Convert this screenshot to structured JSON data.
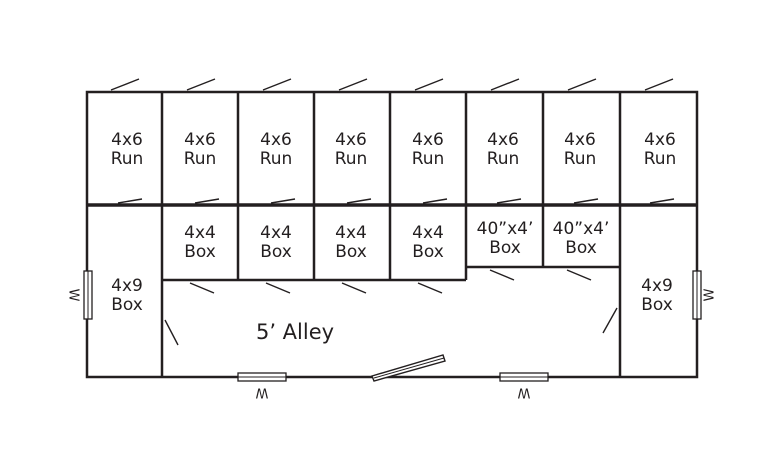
{
  "plan": {
    "runs": [
      {
        "line1": "4x6",
        "line2": "Run"
      },
      {
        "line1": "4x6",
        "line2": "Run"
      },
      {
        "line1": "4x6",
        "line2": "Run"
      },
      {
        "line1": "4x6",
        "line2": "Run"
      },
      {
        "line1": "4x6",
        "line2": "Run"
      },
      {
        "line1": "4x6",
        "line2": "Run"
      },
      {
        "line1": "4x6",
        "line2": "Run"
      },
      {
        "line1": "4x6",
        "line2": "Run"
      }
    ],
    "boxes": [
      {
        "line1": "4x4",
        "line2": "Box"
      },
      {
        "line1": "4x4",
        "line2": "Box"
      },
      {
        "line1": "4x4",
        "line2": "Box"
      },
      {
        "line1": "4x4",
        "line2": "Box"
      },
      {
        "line1": "40”x4’",
        "line2": "Box"
      },
      {
        "line1": "40”x4’",
        "line2": "Box"
      }
    ],
    "left_box": {
      "line1": "4x9",
      "line2": "Box"
    },
    "right_box": {
      "line1": "4x9",
      "line2": "Box"
    },
    "alley": "5’ Alley",
    "window_label": "W"
  },
  "colors": {
    "line": "#231f20",
    "background": "#ffffff"
  }
}
